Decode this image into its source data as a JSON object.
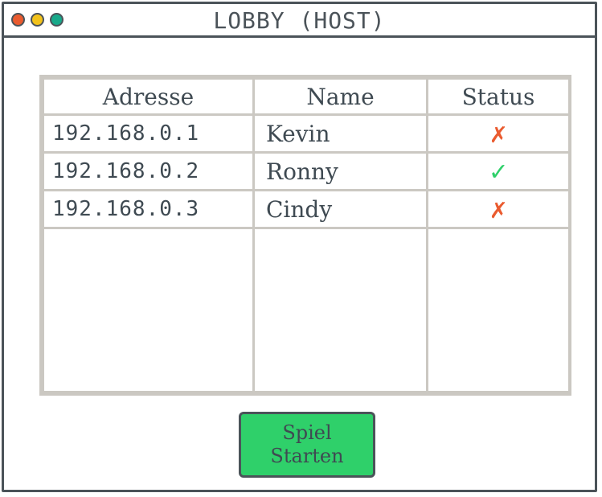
{
  "window": {
    "title": "LOBBY (HOST)",
    "traffic_lights": [
      {
        "name": "close",
        "color": "#ea5b2f"
      },
      {
        "name": "minimize",
        "color": "#f2c21b"
      },
      {
        "name": "maximize",
        "color": "#18a98a"
      }
    ]
  },
  "lobby_table": {
    "columns": [
      "Adresse",
      "Name",
      "Status"
    ],
    "rows": [
      {
        "address": "192.168.0.1",
        "name": "Kevin",
        "status": "✗",
        "status_state": "not-ready"
      },
      {
        "address": "192.168.0.2",
        "name": "Ronny",
        "status": "✓",
        "status_state": "ready"
      },
      {
        "address": "192.168.0.3",
        "name": "Cindy",
        "status": "✗",
        "status_state": "not-ready"
      }
    ]
  },
  "start_button": {
    "line1": "Spiel",
    "line2": "Starten"
  },
  "colors": {
    "border": "#4b5359",
    "grid": "#cbc8c2",
    "ready": "#2fd06a",
    "not_ready": "#ea5b2f",
    "button": "#2fd06a"
  }
}
